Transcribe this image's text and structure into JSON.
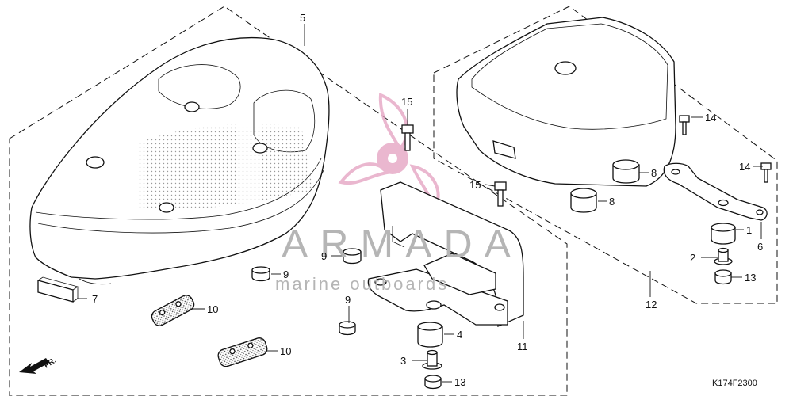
{
  "diagram": {
    "callouts": {
      "p1": "1",
      "p2": "2",
      "p3": "3",
      "p4": "4",
      "p5": "5",
      "p6": "6",
      "p7": "7",
      "p8a": "8",
      "p8b": "8",
      "p9a": "9",
      "p9b": "9",
      "p9c": "9",
      "p10a": "10",
      "p10b": "10",
      "p11": "11",
      "p12": "12",
      "p13a": "13",
      "p13b": "13",
      "p14a": "14",
      "p14b": "14",
      "p15a": "15",
      "p15b": "15"
    },
    "front_marker": "FR.",
    "diagram_code": "K174F2300"
  },
  "watermark": {
    "brand": "ARMADA",
    "tagline": "marine outboards",
    "colors": {
      "logo": "#e4a0c0",
      "text": "#b5b5b5"
    }
  }
}
